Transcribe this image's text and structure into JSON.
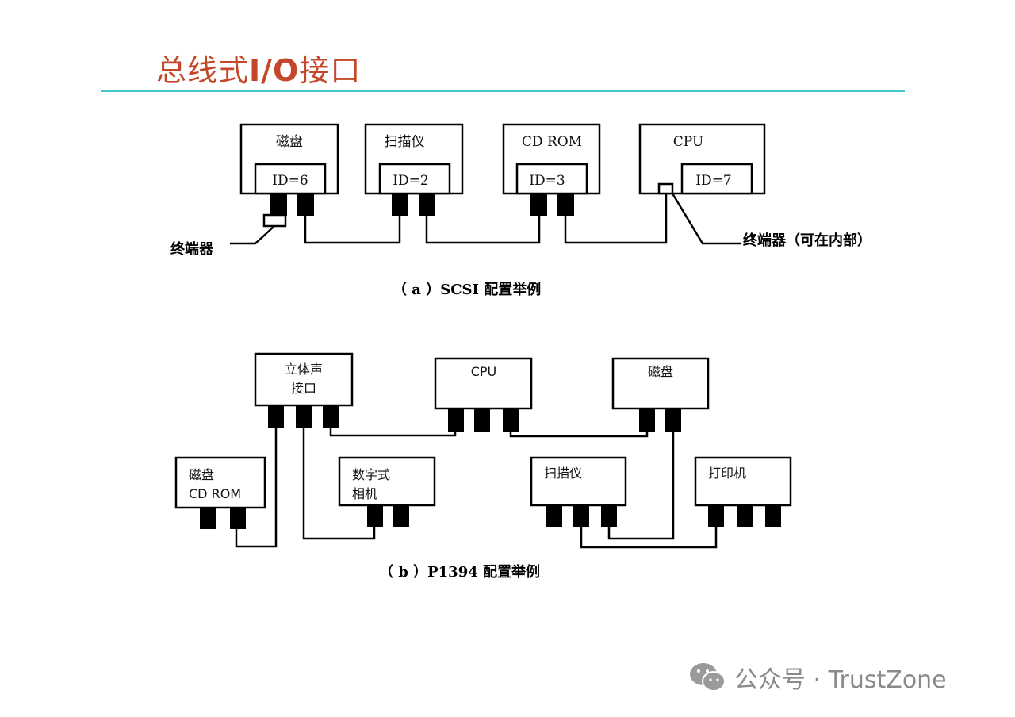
{
  "slide": {
    "title_prefix": "总线式",
    "title_bold": "I/O",
    "title_suffix": "接口"
  },
  "scsi": {
    "devices": [
      {
        "name": "磁盘",
        "id": "ID=6"
      },
      {
        "name": "扫描仪",
        "id": "ID=2"
      },
      {
        "name": "CD ROM",
        "id": "ID=3"
      },
      {
        "name": "CPU",
        "id": "ID=7"
      }
    ],
    "terminator_label": "终端器",
    "terminator_internal_label": "终端器（可在内部）",
    "caption": "（ a ）SCSI 配置举例"
  },
  "p1394": {
    "devices": [
      {
        "line1": "立体声",
        "line2": "接口"
      },
      {
        "line1": "CPU"
      },
      {
        "line1": "磁盘"
      },
      {
        "line1": "磁盘",
        "line2": "CD ROM"
      },
      {
        "line1": "数字式",
        "line2": "相机"
      },
      {
        "line1": "扫描仪"
      },
      {
        "line1": "打印机"
      }
    ],
    "caption": "（ b ）P1394 配置举例"
  },
  "watermark": {
    "icon": "wechat-icon",
    "text": "公众号 · TrustZone"
  }
}
